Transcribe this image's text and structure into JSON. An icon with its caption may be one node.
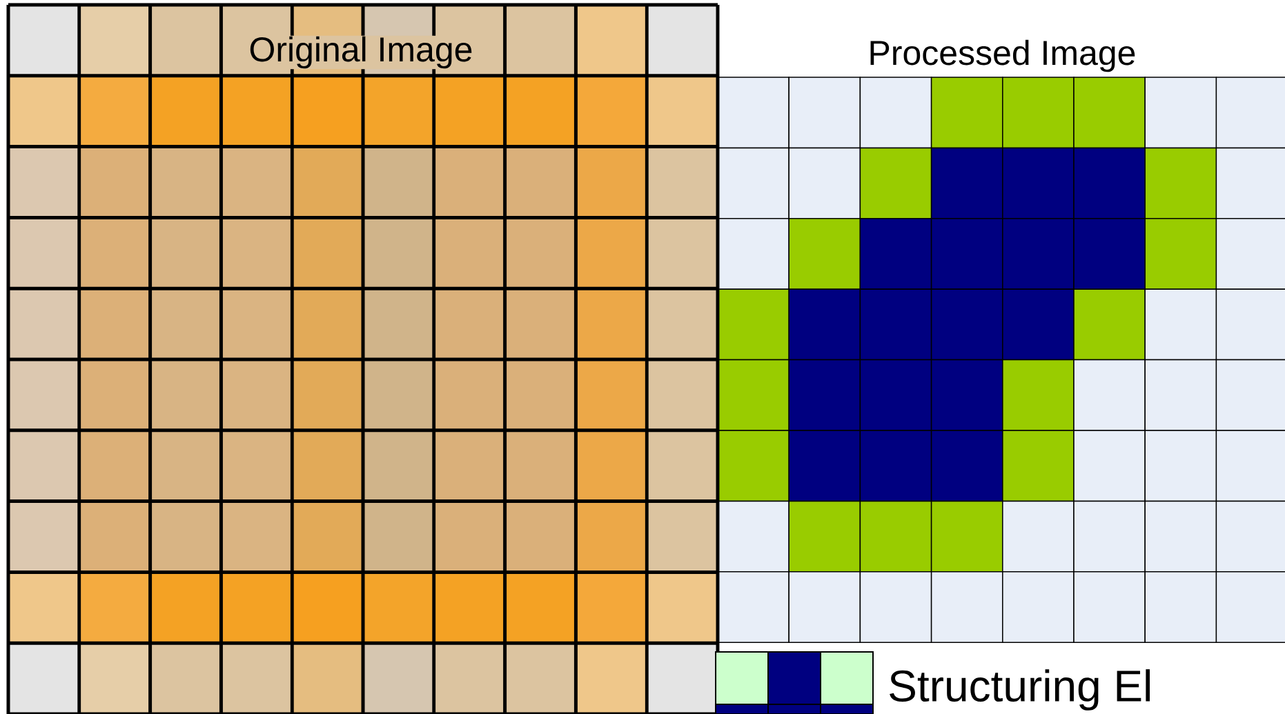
{
  "diagram": {
    "labels": [
      "Original Image",
      "Processed Image",
      "Structuring El"
    ]
  }
}
